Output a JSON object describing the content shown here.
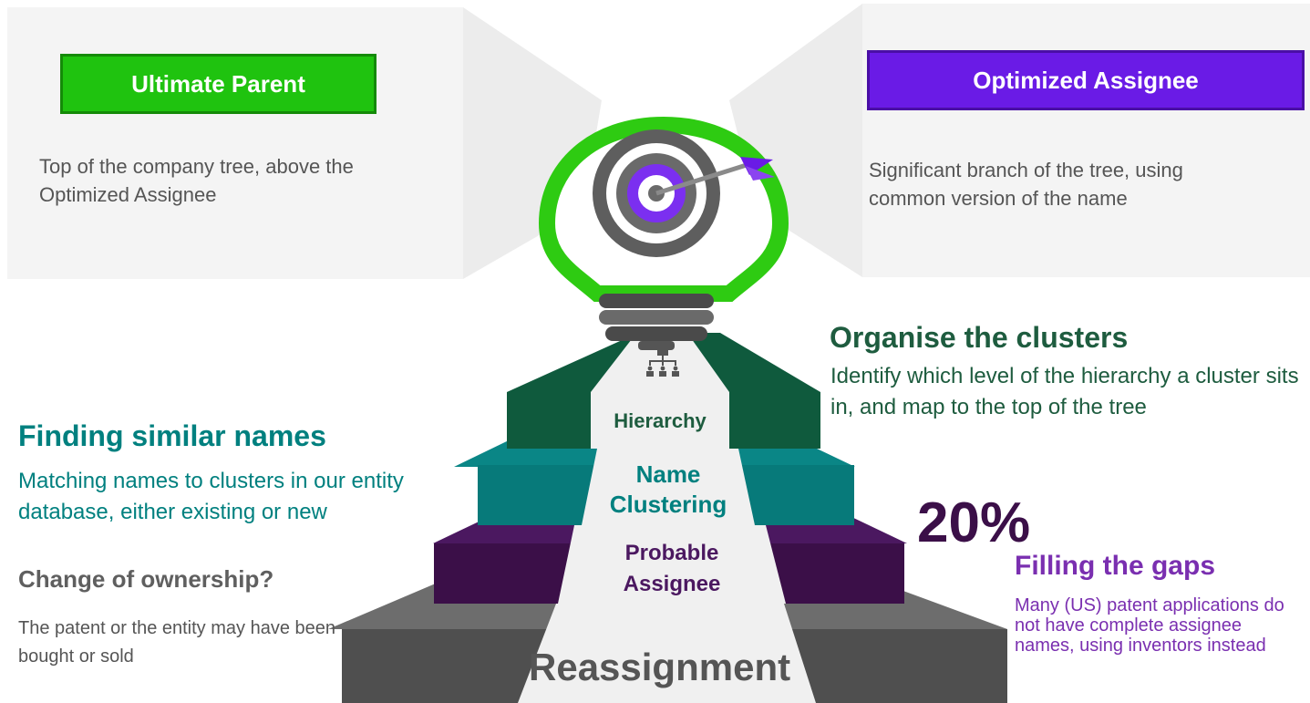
{
  "top_left": {
    "tag": "Ultimate Parent",
    "tag_color": "#1fc30f",
    "description": "Top of the company tree, above the Optimized Assignee"
  },
  "top_right": {
    "tag": "Optimized Assignee",
    "tag_color": "#6a1be6",
    "description": "Significant branch of the tree, using common version of the name"
  },
  "organise": {
    "title": "Organise the clusters",
    "text": "Identify which level of the hierarchy a cluster sits in, and map to the top of the tree",
    "color": "#1e5c3f"
  },
  "finding": {
    "title": "Finding similar names",
    "text": "Matching names to clusters in our entity database, either existing or new",
    "color": "#00807f"
  },
  "change": {
    "title": "Change of ownership?",
    "text": "The patent or the entity may have been bought or sold"
  },
  "gaps": {
    "percent": "20%",
    "title": "Filling the gaps",
    "text": "Many (US) patent applications do not have complete assignee names, using inventors instead",
    "color": "#7a2fb0"
  },
  "steps": {
    "hierarchy": "Hierarchy",
    "name_clustering_1": "Name",
    "name_clustering_2": "Clustering",
    "probable_1": "Probable",
    "probable_2": "Assignee",
    "reassignment": "Reassignment"
  },
  "icons": {
    "bulb": "lightbulb-target-icon",
    "org": "org-chart-icon"
  }
}
